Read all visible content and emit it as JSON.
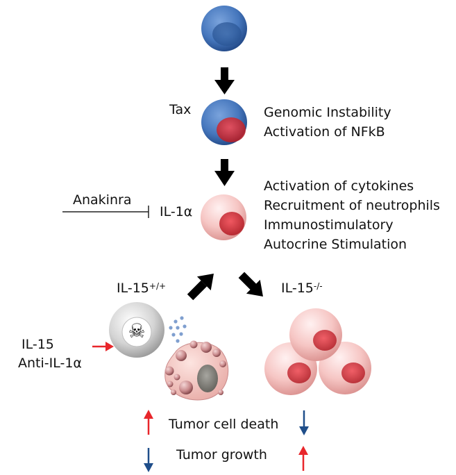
{
  "stage1": {},
  "stage2": {
    "tax_label": "Tax",
    "effects": [
      "Genomic Instability",
      "Activation of NFkB"
    ]
  },
  "stage3": {
    "inhibitor_label": "Anakinra",
    "cytokine_label": "IL-1α",
    "effects": [
      "Activation of cytokines",
      "Recruitment of neutrophils",
      "Immunostimulatory",
      "Autocrine Stimulation"
    ]
  },
  "branches": {
    "wildtype_base": "IL-15",
    "wildtype_sup": "+/+",
    "knockout_base": "IL-15",
    "knockout_sup": "-/-"
  },
  "treatment": {
    "line1": "IL-15",
    "line2": "Anti-IL-1α"
  },
  "outcomes": {
    "cell_death": "Tumor cell death",
    "growth": "Tumor growth"
  },
  "colors": {
    "blue_cell": "#3f6fb0",
    "pink_cell": "#f2b8b8",
    "nucleus_red": "#d6303a",
    "up_arrow": "#e8262b",
    "down_arrow": "#1f4e8a",
    "black_arrow": "#000000"
  },
  "icons": [
    "skull-crossbones-icon"
  ]
}
